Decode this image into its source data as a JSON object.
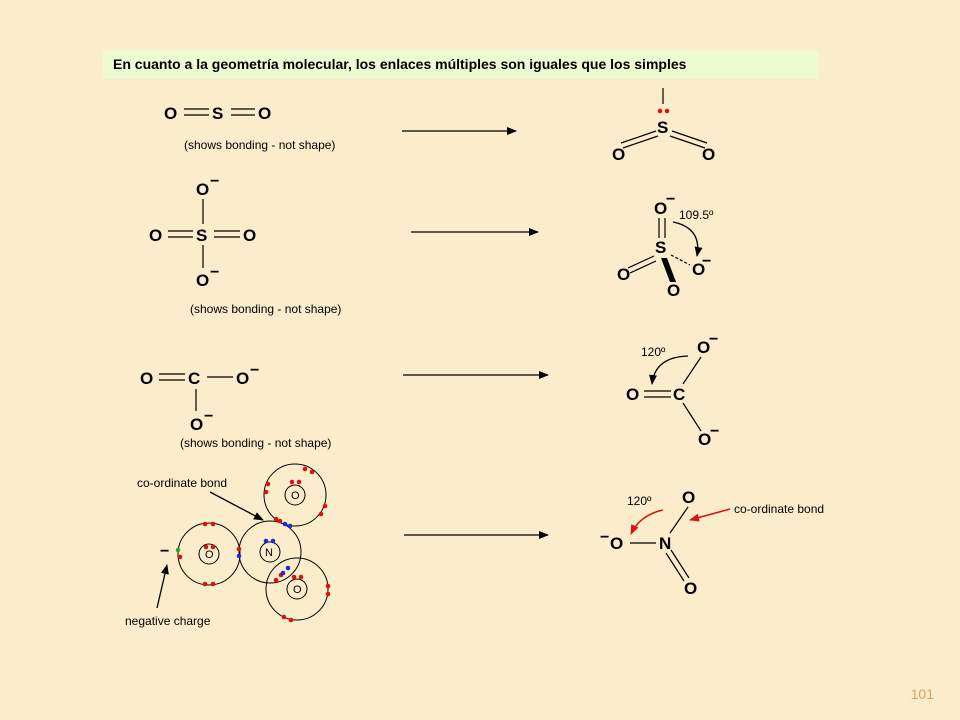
{
  "title": "En cuanto a la geometría molecular, los enlaces múltiples son iguales que los simples",
  "page_number": "101",
  "labels": {
    "not_shape_note": "(shows bonding - not shape)",
    "angle_tetrahedral": "109.5º",
    "angle_trigonal": "120º",
    "coordinate_bond": "co-ordinate bond",
    "negative_charge": "negative charge"
  },
  "atoms": {
    "oxygen": "O",
    "sulfur": "S",
    "carbon": "C",
    "nitrogen": "N"
  },
  "charge_symbol": "−",
  "colors": {
    "background": "#fbeccb",
    "title_bar": "#eefbd2",
    "page_number": "#d9a066",
    "electron_o": "#dd1111",
    "electron_n": "#1a2ad8",
    "extra_electron": "#22aa22"
  }
}
